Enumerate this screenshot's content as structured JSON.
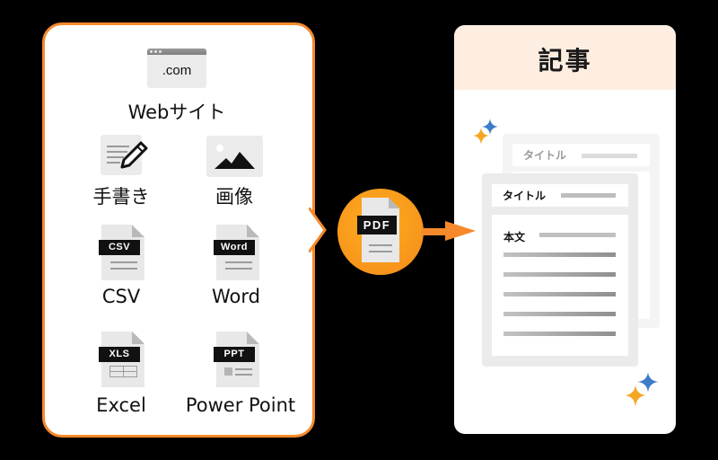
{
  "sources_panel": {
    "border_color": "#f7892a",
    "items": [
      {
        "label": "Webサイト",
        "icon": "browser-window-icon",
        "icon_text": ".com"
      },
      {
        "label": "手書き",
        "icon": "handwriting-pencil-icon"
      },
      {
        "label": "画像",
        "icon": "image-icon"
      },
      {
        "label": "CSV",
        "icon": "csv-file-icon",
        "icon_text": "CSV"
      },
      {
        "label": "Word",
        "icon": "word-file-icon",
        "icon_text": "Word"
      },
      {
        "label": "Excel",
        "icon": "excel-file-icon",
        "icon_text": "XLS"
      },
      {
        "label": "Power Point",
        "icon": "powerpoint-file-icon",
        "icon_text": "PPT"
      }
    ]
  },
  "converter": {
    "icon": "pdf-file-icon",
    "icon_text": "PDF",
    "circle_color": "#f7951c",
    "arrow": "right-arrow-icon"
  },
  "output_card": {
    "title": "記事",
    "header_color": "#fdeee1",
    "back_doc": {
      "title_label": "タイトル"
    },
    "front_doc": {
      "title_label": "タイトル",
      "body_label": "本文"
    },
    "sparkle_colors": [
      "#f5a623",
      "#3d7cc9"
    ]
  }
}
